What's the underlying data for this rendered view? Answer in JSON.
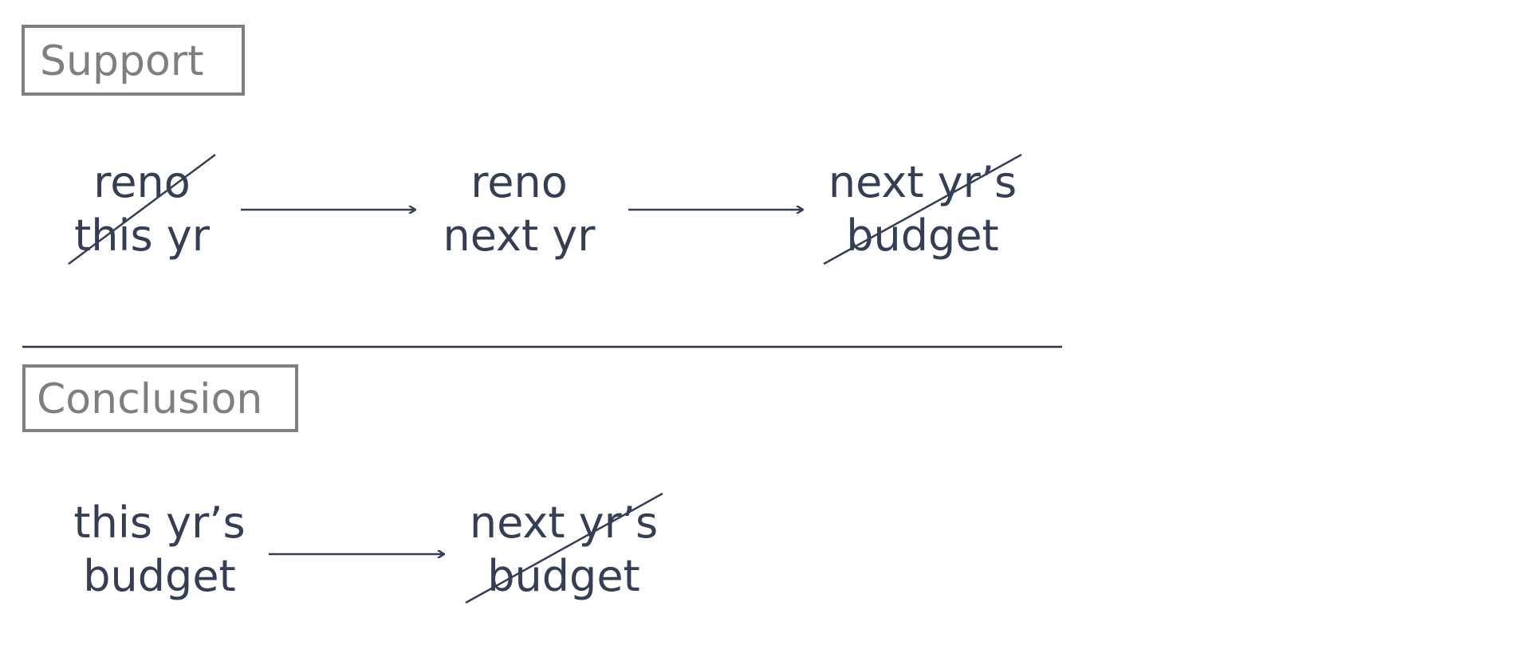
{
  "support": {
    "label": "Support",
    "nodes": [
      {
        "line1": "reno",
        "line2": "this yr",
        "crossed_out": true
      },
      {
        "line1": "reno",
        "line2": "next yr",
        "crossed_out": false
      },
      {
        "line1": "next yr’s",
        "line2": "budget",
        "crossed_out": true
      }
    ]
  },
  "conclusion": {
    "label": "Conclusion",
    "nodes": [
      {
        "line1": "this yr’s",
        "line2": "budget",
        "crossed_out": false
      },
      {
        "line1": "next yr’s",
        "line2": "budget",
        "crossed_out": true
      }
    ]
  },
  "colors": {
    "text": "#343e54",
    "label": "#7f7f7f"
  }
}
